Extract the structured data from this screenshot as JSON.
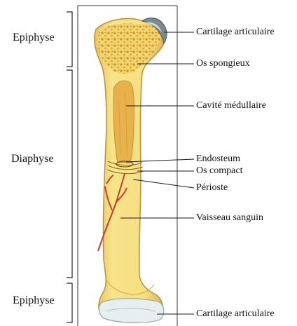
{
  "regions": {
    "top": "Epiphyse",
    "middle": "Diaphyse",
    "bottom": "Epiphyse"
  },
  "parts": {
    "cartilage_top": "Cartilage articulaire",
    "spongy": "Os spongieux",
    "medullary": "Cavité médullaire",
    "endosteum": "Endosteum",
    "compact": "Os compact",
    "periosteum": "Périoste",
    "vessel": "Vaisseau sanguin",
    "cartilage_bottom": "Cartilage articulaire"
  },
  "colors": {
    "bone": "#f3dd7a",
    "bone_shade": "#d9b94a",
    "bone_outline": "#b8903a",
    "spongy": "#e9b84a",
    "marrow": "#e7b24c",
    "cartilage": "#e6eef0",
    "cartilage_dark": "#7b8a8e",
    "vessel": "#c2402a",
    "line": "#1a1a1a"
  }
}
